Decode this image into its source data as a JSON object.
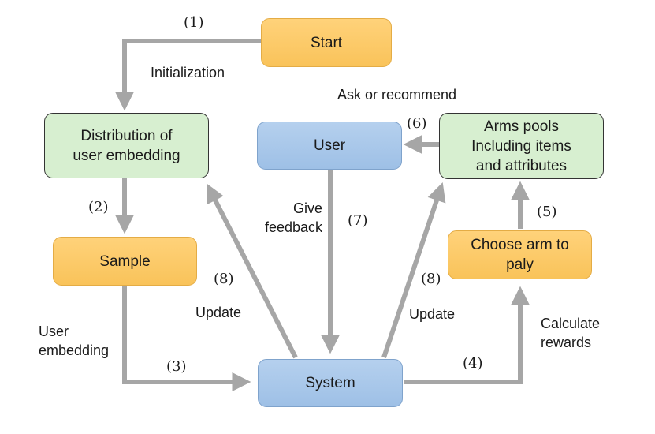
{
  "nodes": {
    "start": "Start",
    "distribution": "Distribution of\nuser embedding",
    "sample": "Sample",
    "user": "User",
    "arms": "Arms pools\nIncluding items\nand attributes",
    "choose_arm": "Choose arm to\npaly",
    "system": "System"
  },
  "edge_labels": {
    "initialization": "Initialization",
    "ask_or_recommend": "Ask or recommend",
    "give_feedback": "Give\nfeedback",
    "update_left": "Update",
    "update_right": "Update",
    "user_embedding": "User\nembedding",
    "calculate_rewards": "Calculate\nrewards"
  },
  "step_numbers": {
    "s1": "(1)",
    "s2": "(2)",
    "s3": "(3)",
    "s4": "(4)",
    "s5": "(5)",
    "s6": "(6)",
    "s7": "(7)",
    "s8_left": "(8)",
    "s8_right": "(8)"
  },
  "colors": {
    "arrow": "#a6a6a6",
    "orange_node": "#f9c35a",
    "green_node": "#d7efd0",
    "blue_node": "#9ec0e6"
  }
}
